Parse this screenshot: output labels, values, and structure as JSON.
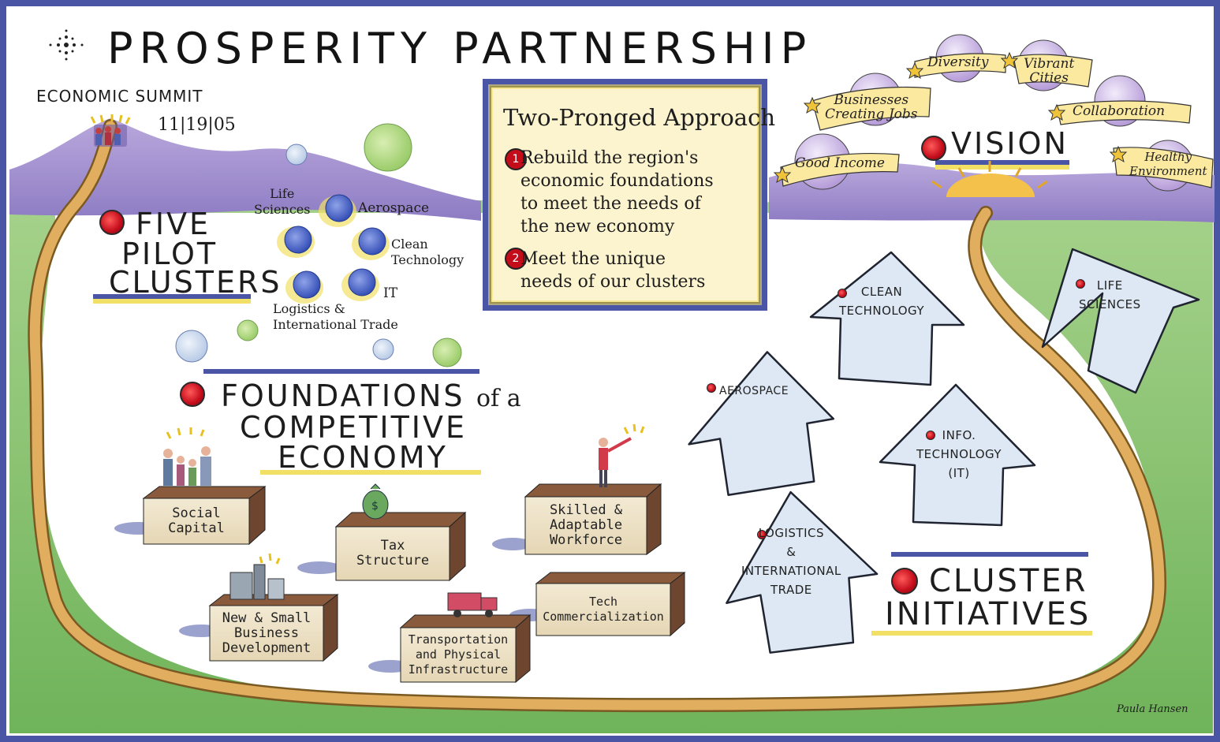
{
  "header": {
    "title": "PROSPERITY PARTNERSHIP",
    "event": "ECONOMIC SUMMIT",
    "date": "11|19|05"
  },
  "approach": {
    "title": "Two-Pronged Approach",
    "items": [
      {
        "number": "1",
        "text": "Rebuild the region's\neconomic foundations\nto meet the needs of\nthe new economy"
      },
      {
        "number": "2",
        "text": "Meet the unique\nneeds of our clusters"
      }
    ]
  },
  "pilot_clusters": {
    "heading_lines": [
      "FIVE",
      "PILOT",
      "CLUSTERS"
    ],
    "labels": {
      "life_sciences": "Life\nSciences",
      "aerospace": "Aerospace",
      "clean_technology": "Clean\nTechnology",
      "it": "IT",
      "logistics": "Logistics &\nInternational Trade"
    }
  },
  "foundations": {
    "heading_line1": "FOUNDATIONS",
    "heading_of_a": "of a",
    "heading_line2": "COMPETITIVE",
    "heading_line3": "ECONOMY",
    "boxes": {
      "social_capital": "Social\nCapital",
      "tax_structure": "Tax\nStructure",
      "workforce": "Skilled &\nAdaptable\nWorkforce",
      "small_business": "New & Small\nBusiness\nDevelopment",
      "transportation": "Transportation\nand Physical\nInfrastructure",
      "tech_commercialization": "Tech\nCommercialization"
    }
  },
  "vision": {
    "heading": "VISION",
    "banners": {
      "diversity": "Diversity",
      "vibrant_cities": "Vibrant\nCities",
      "businesses": "Businesses\nCreating Jobs",
      "collaboration": "Collaboration",
      "good_income": "Good Income",
      "healthy_environment": "Healthy\nEnvironment"
    }
  },
  "cluster_initiatives": {
    "heading_lines": [
      "CLUSTER",
      "INITIATIVES"
    ],
    "arrows": {
      "clean_technology": "CLEAN\nTECHNOLOGY",
      "life_sciences": "LIFE\nSCIENCES",
      "aerospace": "AEROSPACE",
      "info_technology": "INFO.\nTECHNOLOGY\n(IT)",
      "logistics": "LOGISTICS\n&\nINTERNATIONAL\nTRADE"
    }
  },
  "signature": "Paula Hansen",
  "colors": {
    "frame": "#4b55a5",
    "mountain": "#9a86c8",
    "land": "#8fc56f",
    "road": "#dba55a",
    "bullet_red": "#d4101e",
    "highlight_yellow": "#f2df66",
    "arrow_blue": "#dde8f4"
  }
}
